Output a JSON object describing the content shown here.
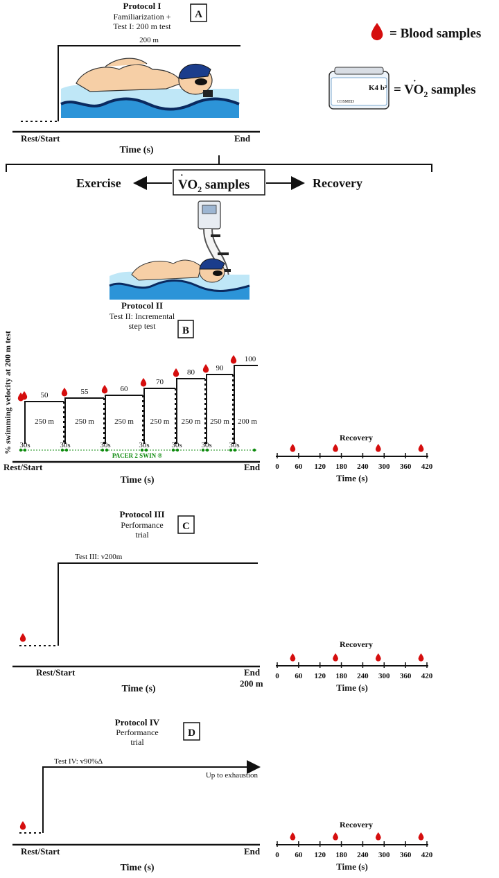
{
  "legend": {
    "blood_label": "= Blood samples",
    "vo2_label_prefix": "= V",
    "vo2_label_sub": "2",
    "vo2_label_suffix": " samples",
    "vo2_label_mid": "O",
    "blood_icon": "blood-drop-icon",
    "vo2_icon": "k4b2-analyzer-icon",
    "analyzer_brand": "COSMED",
    "analyzer_model": "K4 b²"
  },
  "protocol1": {
    "title": "Protocol I",
    "line1": "Familiarization +",
    "line2": "Test I: 200 m test",
    "letter": "A",
    "distance": "200 m",
    "start": "Rest/Start",
    "end": "End",
    "time": "Time (s)"
  },
  "bridge": {
    "exercise": "Exercise",
    "recovery": "Recovery",
    "vo2_prefix": "V",
    "vo2_o": "O",
    "vo2_sub": "2",
    "vo2_suffix": " samples"
  },
  "protocol2": {
    "title": "Protocol II",
    "line1": "Test II: Incremental",
    "line2": "step test",
    "letter": "B",
    "ylabel": "% swimming velocity at 200 m test",
    "steps": [
      "50",
      "55",
      "60",
      "70",
      "80",
      "90",
      "100"
    ],
    "distances": [
      "250 m",
      "250 m",
      "250 m",
      "250 m",
      "250 m",
      "250 m",
      "200 m"
    ],
    "rests": [
      "30s",
      "30s",
      "30s",
      "30s",
      "30s",
      "30s",
      "30s"
    ],
    "pacer": "PACER 2 SWIN ®",
    "start": "Rest/Start",
    "end": "End",
    "time": "Time (s)"
  },
  "protocol3": {
    "title": "Protocol III",
    "line1": "Performance",
    "line2": "trial",
    "letter": "C",
    "test": "Test III: v200m",
    "start": "Rest/Start",
    "end": "End",
    "distance": "200 m",
    "time": "Time (s)"
  },
  "protocol4": {
    "title": "Protocol IV",
    "line1": "Performance",
    "line2": "trial",
    "letter": "D",
    "test": "Test IV: v90%Δ",
    "exhaustion": "Up to exhaustion",
    "start": "Rest/Start",
    "end": "End",
    "time": "Time (s)"
  },
  "recovery_axis": {
    "title": "Recovery",
    "ticks": [
      "0",
      "60",
      "120",
      "180",
      "240",
      "300",
      "360",
      "420"
    ],
    "time": "Time (s)",
    "sample_times": [
      60,
      180,
      300,
      420
    ]
  }
}
